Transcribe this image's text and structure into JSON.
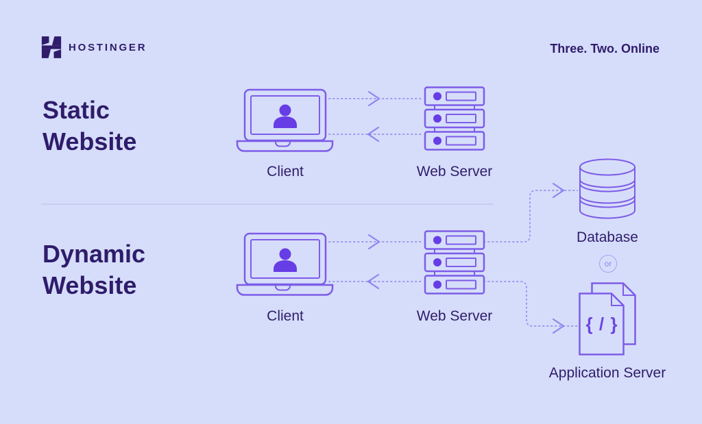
{
  "header": {
    "brand": "HOSTINGER",
    "tagline": "Three. Two. Online"
  },
  "sections": {
    "static_website": {
      "title_line1": "Static",
      "title_line2": "Website",
      "client_label": "Client",
      "web_server_label": "Web Server"
    },
    "dynamic_website": {
      "title_line1": "Dynamic",
      "title_line2": "Website",
      "client_label": "Client",
      "web_server_label": "Web Server",
      "database_label": "Database",
      "or_label": "or",
      "application_server_label": "Application Server",
      "code_glyph": "{ / }"
    }
  },
  "icons": {
    "logo": "hostinger-h-icon",
    "client": "laptop-user-icon",
    "web_server": "server-stack-icon",
    "database": "database-cylinder-icon",
    "application_server": "code-files-icon"
  },
  "edges": [
    {
      "section": "static",
      "from": "Client",
      "to": "Web Server",
      "direction": "right"
    },
    {
      "section": "static",
      "from": "Web Server",
      "to": "Client",
      "direction": "left"
    },
    {
      "section": "dynamic",
      "from": "Client",
      "to": "Web Server",
      "direction": "right"
    },
    {
      "section": "dynamic",
      "from": "Web Server",
      "to": "Client",
      "direction": "left"
    },
    {
      "section": "dynamic",
      "from": "Web Server",
      "to": "Database",
      "direction": "right"
    },
    {
      "section": "dynamic",
      "from": "Web Server",
      "to": "Application Server",
      "direction": "right"
    }
  ],
  "colors": {
    "background": "#d6ddfa",
    "text_dark": "#2f1c6a",
    "icon_stroke": "#7d5ce8",
    "accent_fill": "#673de6",
    "arrow_dotted": "#9e97f3",
    "or_badge": "#a4a0f4",
    "divider": "#c6cdf0"
  }
}
